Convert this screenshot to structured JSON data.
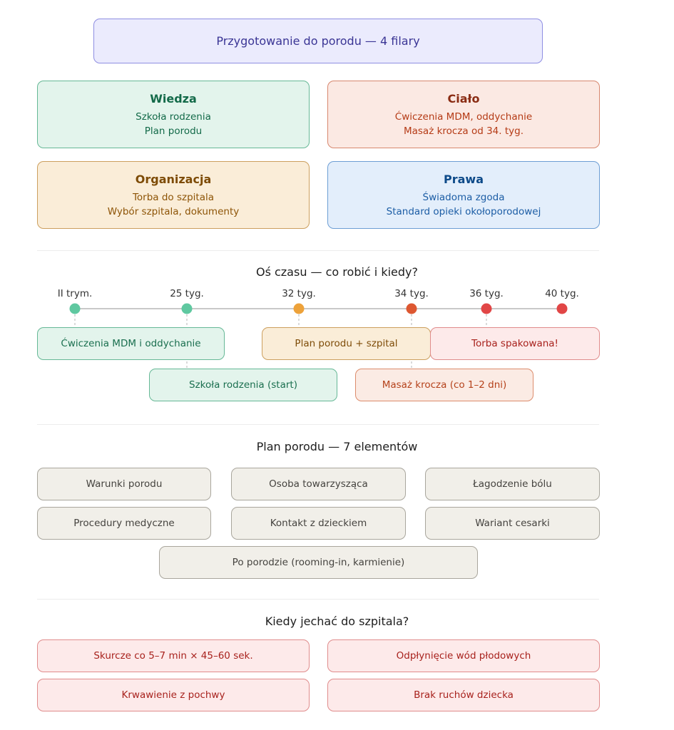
{
  "header": {
    "title": "Przygotowanie do porodu — 4 filary"
  },
  "pillars": [
    {
      "title": "Wiedza",
      "lines": [
        "Szkoła rodzenia",
        "Plan porodu"
      ]
    },
    {
      "title": "Ciało",
      "lines": [
        "Ćwiczenia MDM, oddychanie",
        "Masaż krocza od 34. tyg."
      ]
    },
    {
      "title": "Organizacja",
      "lines": [
        "Torba do szpitala",
        "Wybór szpitala, dokumenty"
      ]
    },
    {
      "title": "Prawa",
      "lines": [
        "Świadoma zgoda",
        "Standard opieki okołoporodowej"
      ]
    }
  ],
  "timeline": {
    "title": "Oś czasu — co robić i kiedy?",
    "milestones": [
      {
        "label": "II trym.",
        "color": "#5fc8a0"
      },
      {
        "label": "25 tyg.",
        "color": "#5fc8a0"
      },
      {
        "label": "32 tyg.",
        "color": "#eda23a"
      },
      {
        "label": "34 tyg.",
        "color": "#dd5731"
      },
      {
        "label": "36 tyg.",
        "color": "#e14646"
      },
      {
        "label": "40 tyg.",
        "color": "#e14646"
      }
    ],
    "events": [
      "Ćwiczenia MDM i oddychanie",
      "Plan porodu + szpital",
      "Torba spakowana!",
      "Szkoła rodzenia (start)",
      "Masaż krocza (co 1–2 dni)"
    ]
  },
  "birth_plan": {
    "title": "Plan porodu — 7 elementów",
    "items": [
      "Warunki porodu",
      "Osoba towarzysząca",
      "Łagodzenie bólu",
      "Procedury medyczne",
      "Kontakt z dzieckiem",
      "Wariant cesarki",
      "Po porodzie (rooming-in, karmienie)"
    ]
  },
  "hospital": {
    "title": "Kiedy jechać do szpitala?",
    "signs": [
      "Skurcze co 5–7 min × 45–60 sek.",
      "Odpłynięcie wód płodowych",
      "Krwawienie z pochwy",
      "Brak ruchów dziecka"
    ]
  },
  "colors": {
    "timeline_line": "#c9c9c9",
    "connector": "#b5b5b5"
  }
}
